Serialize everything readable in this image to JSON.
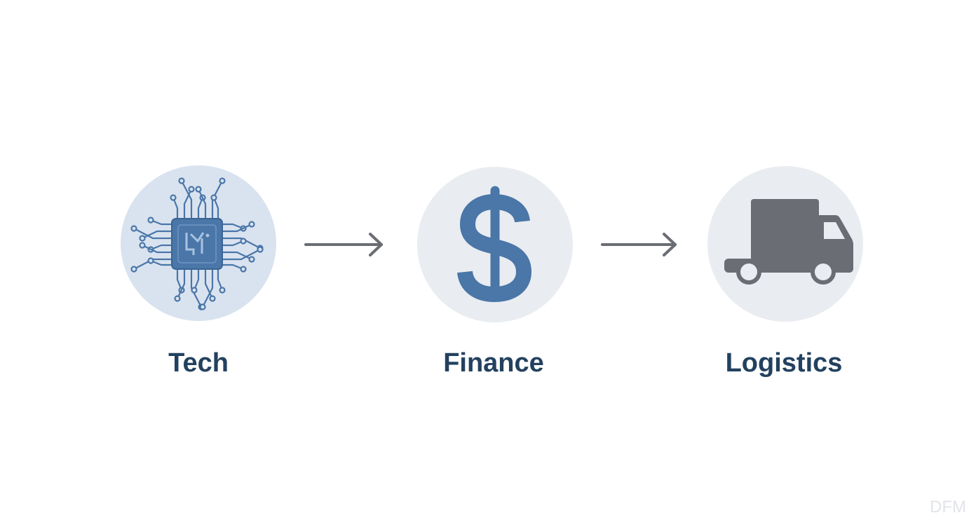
{
  "nodes": [
    {
      "label": "Tech",
      "icon": "circuit-chip-icon"
    },
    {
      "label": "Finance",
      "icon": "dollar-sign-icon"
    },
    {
      "label": "Logistics",
      "icon": "delivery-truck-icon"
    }
  ],
  "arrows": [
    "arrow-right-icon",
    "arrow-right-icon"
  ],
  "watermark": "DFM",
  "colors": {
    "background": "#ffffff",
    "label_text": "#23415f",
    "tech_circle": "#d9e3ef",
    "neutral_circle": "#e9ecf0",
    "accent_blue": "#4a76a8",
    "truck_gray": "#6a6d73",
    "arrow_gray": "#6a6d73"
  }
}
